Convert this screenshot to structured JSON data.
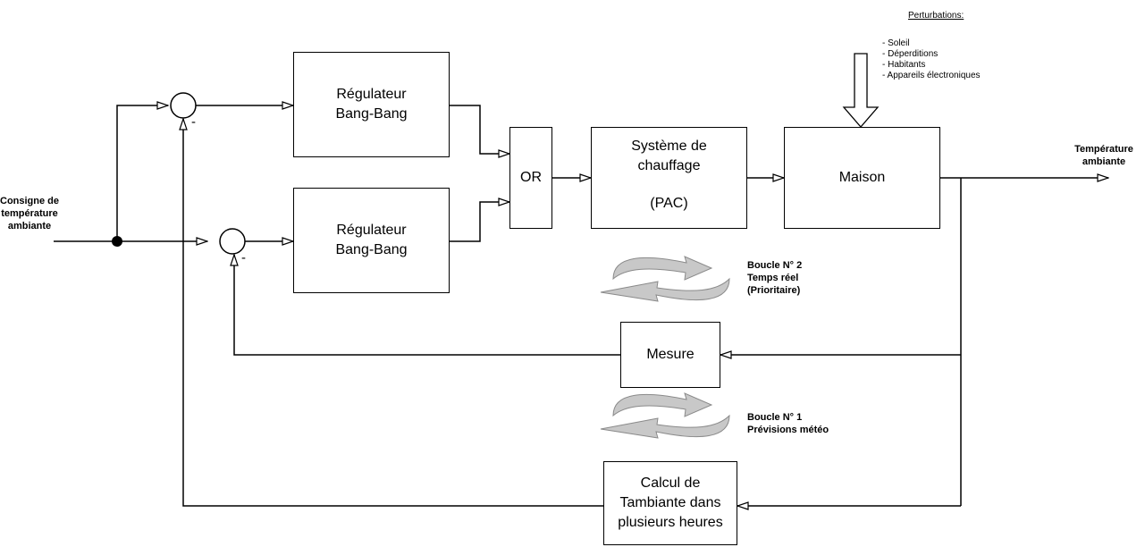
{
  "input_label": [
    "Consigne de",
    "température",
    "ambiante"
  ],
  "output_label": [
    "Température",
    "ambiante"
  ],
  "regulator_top": [
    "Régulateur",
    "Bang-Bang"
  ],
  "regulator_bottom": [
    "Régulateur",
    "Bang-Bang"
  ],
  "or_gate": "OR",
  "heating_system": [
    "Système de",
    "chauffage",
    "(PAC)"
  ],
  "house": "Maison",
  "measure": "Mesure",
  "forecast_calc": [
    "Calcul de",
    "Tambiante dans",
    "plusieurs heures"
  ],
  "perturbations": {
    "title": "Perturbations:",
    "items": [
      "- Soleil",
      "- Déperditions",
      "- Habitants",
      "- Appareils électroniques"
    ]
  },
  "loop2": [
    "Boucle N° 2",
    "Temps réel",
    "(Prioritaire)"
  ],
  "loop1": [
    "Boucle N° 1",
    "Prévisions météo"
  ],
  "summer_top_sign": "-",
  "summer_bottom_sign": "-"
}
